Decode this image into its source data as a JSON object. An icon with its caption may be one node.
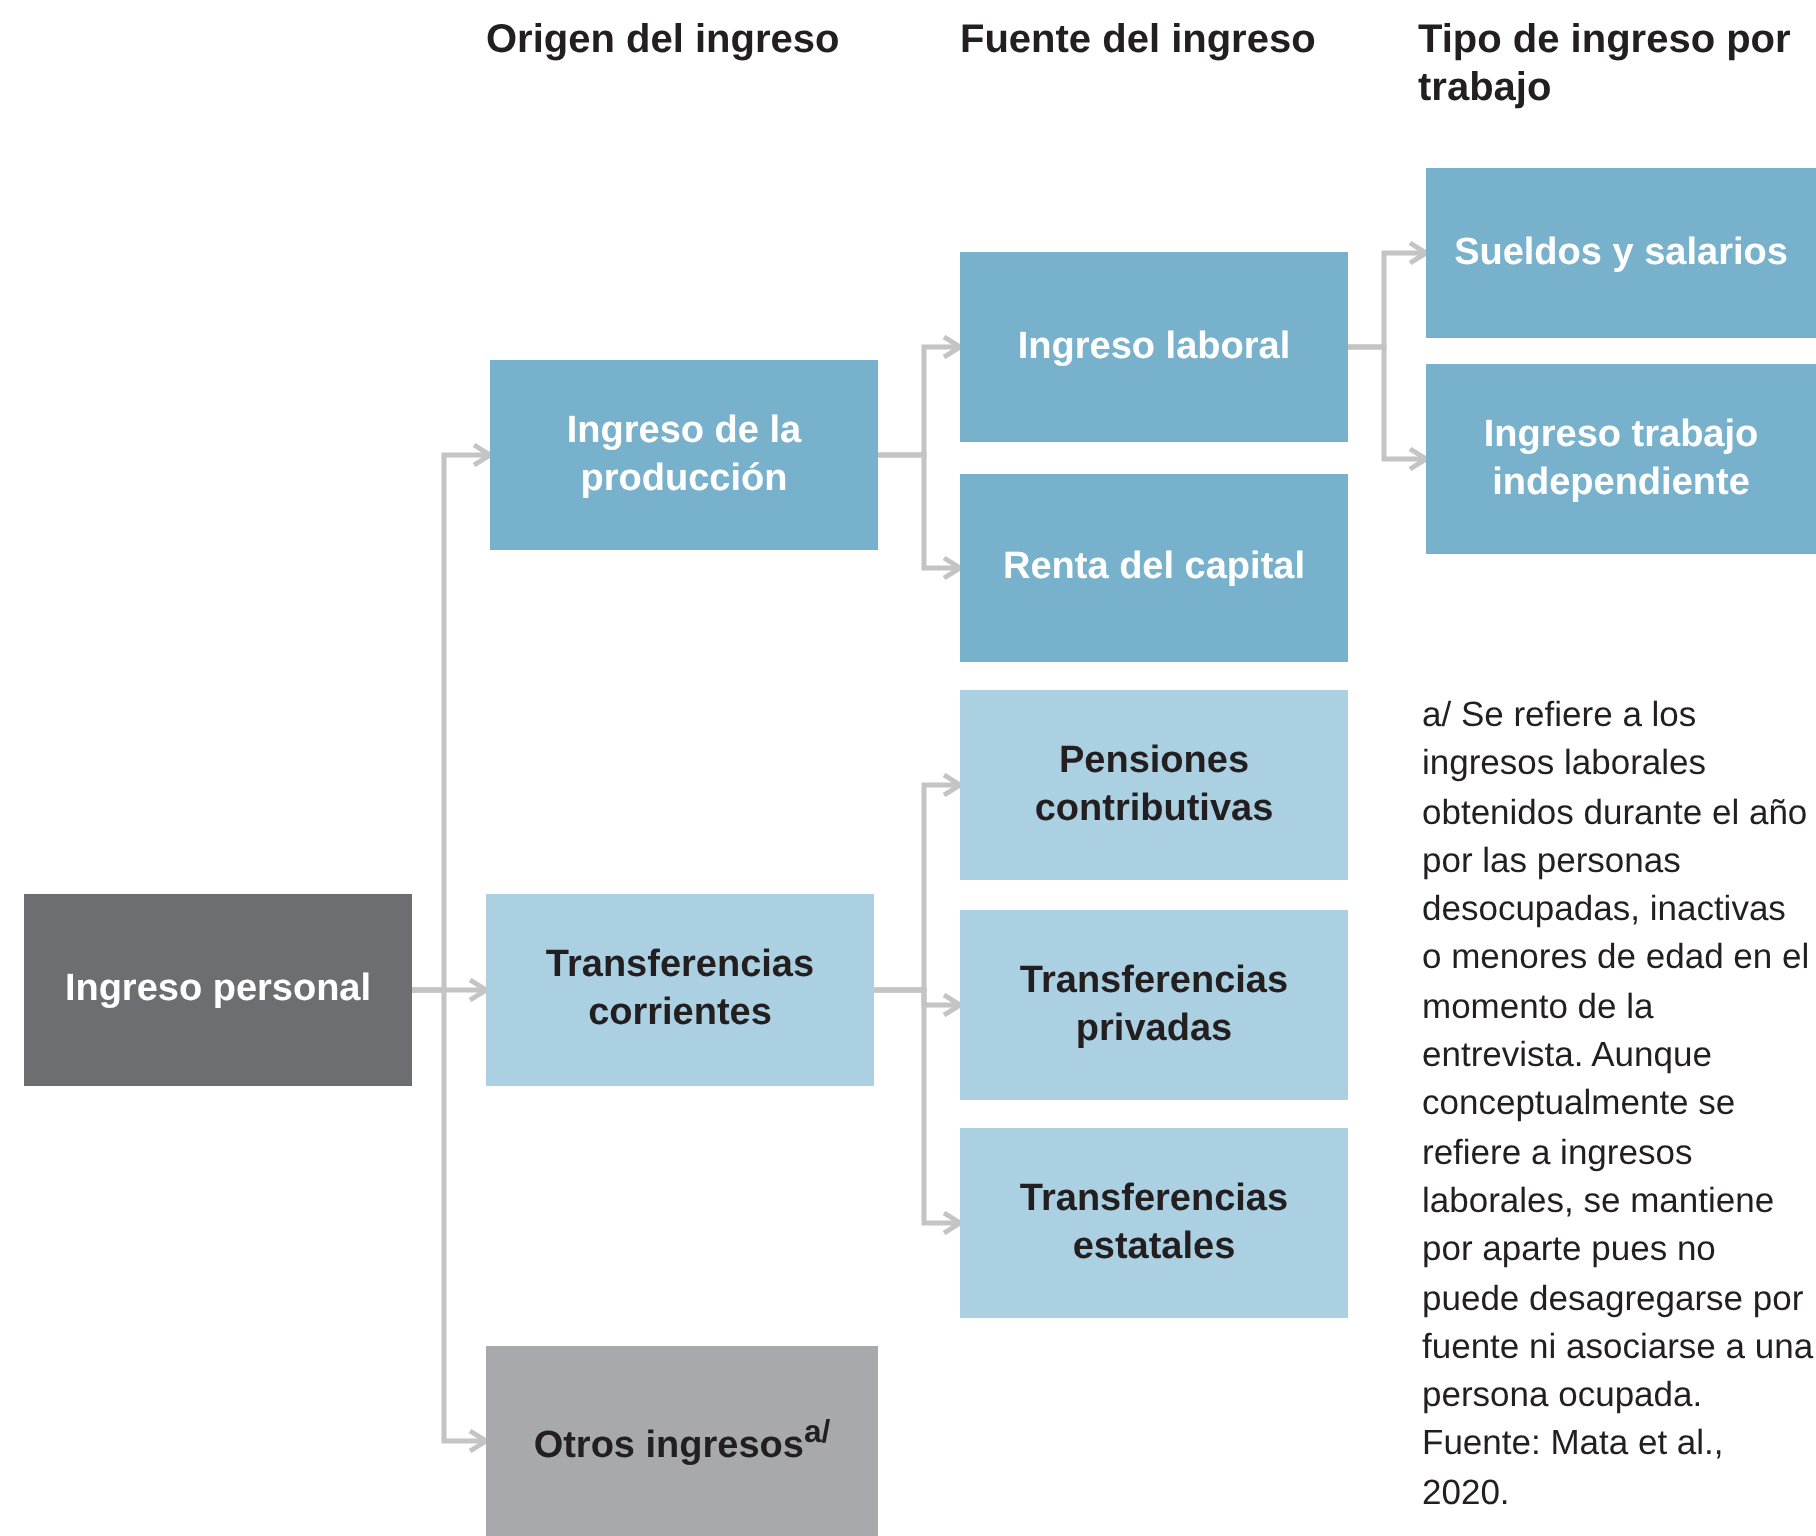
{
  "diagram": {
    "nodes": [
      {
        "text": [
          "Ingreso personal"
        ]
      },
      {
        "text": [
          "Ingreso de la producción"
        ]
      },
      {
        "text": [
          "Transferencias corrientes"
        ]
      },
      {
        "text": [
          "Otros ingresos$^{a/}$"
        ]
      },
      {
        "text": [
          "Ingreso laboral"
        ]
      },
      {
        "text": [
          "Renta del capital"
        ]
      },
      {
        "text": [
          "Pensiones contributivas"
        ]
      },
      {
        "text": [
          "Transferencias privadas"
        ]
      },
      {
        "text": [
          "Transferencias estatales"
        ]
      },
      {
        "text": [
          "Sueldos y salarios"
        ]
      },
      {
        "text": [
          "Ingreso trabajo independiente"
        ]
      }
    ],
    "edges": [
      {
        "from": 0,
        "to": 1,
        "arrow": "to"
      },
      {
        "from": 0,
        "to": 2,
        "arrow": "to"
      },
      {
        "from": 0,
        "to": 3,
        "arrow": "to"
      },
      {
        "from": 1,
        "to": 4,
        "arrow": "to"
      },
      {
        "from": 1,
        "to": 5,
        "arrow": "to"
      },
      {
        "from": 2,
        "to": 6,
        "arrow": "to"
      },
      {
        "from": 2,
        "to": 7,
        "arrow": "to"
      },
      {
        "from": 2,
        "to": 8,
        "arrow": "to"
      },
      {
        "from": 4,
        "to": 9,
        "arrow": "to"
      },
      {
        "from": 4,
        "to": 10,
        "arrow": "to"
      }
    ],
    "labels": [
      "Origen del ingreso",
      "Fuente del ingreso",
      "Tipo de ingreso por trabajo",
      "a/ Se refiere a los ingresos laborales obtenidos durante el año por las personas desocupadas, inactivas o menores de edad en el momento de la entrevista. Aunque conceptualmente se refiere a ingresos laborales, se mantiene por aparte pues no puede desagregarse por fuente ni asociarse a una persona ocupada. Fuente: Mata et al., 2020."
    ]
  }
}
